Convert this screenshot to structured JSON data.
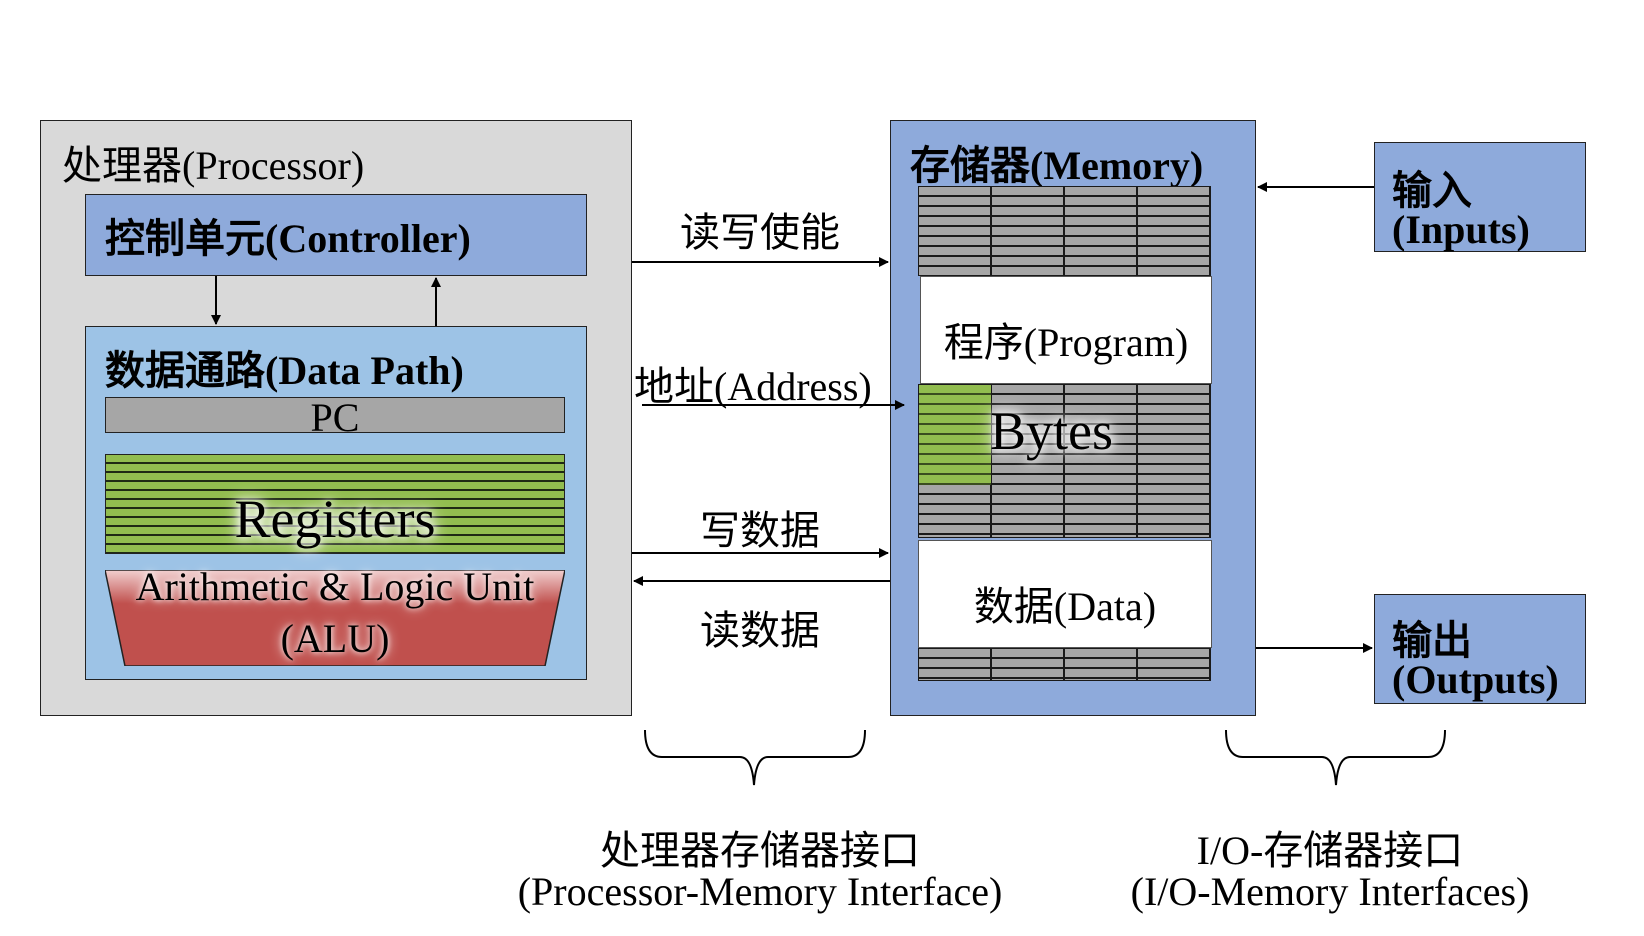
{
  "processor": {
    "title": "处理器(Processor)",
    "controller_title": "控制单元(Controller)",
    "datapath_title": "数据通路(Data Path)",
    "pc_label": "PC",
    "registers_label": "Registers",
    "alu_label_line1": "Arithmetic & Logic Unit",
    "alu_label_line2": "(ALU)"
  },
  "memory": {
    "title": "存储器(Memory)",
    "program_label": "程序(Program)",
    "bytes_label": "Bytes",
    "data_label": "数据(Data)"
  },
  "io": {
    "inputs_line1": "输入",
    "inputs_line2": "(Inputs)",
    "outputs_line1": "输出",
    "outputs_line2": "(Outputs)"
  },
  "signals": {
    "read_write_enable": "读写使能",
    "address": "地址(Address)",
    "write_data": "写数据",
    "read_data": "读数据"
  },
  "captions": {
    "processor_memory_cn": "处理器存储器接口",
    "processor_memory_en": "(Processor-Memory Interface)",
    "io_memory_cn": "I/O-存储器接口",
    "io_memory_en": "(I/O-Memory Interfaces)"
  },
  "colors": {
    "processor_bg": "#d9d9d9",
    "blue_box": "#8eaadb",
    "datapath_bg": "#9dc3e6",
    "register_green": "#92bd4f",
    "alu_red": "#c0504d",
    "memory_cell_gray": "#a6a6a6"
  }
}
